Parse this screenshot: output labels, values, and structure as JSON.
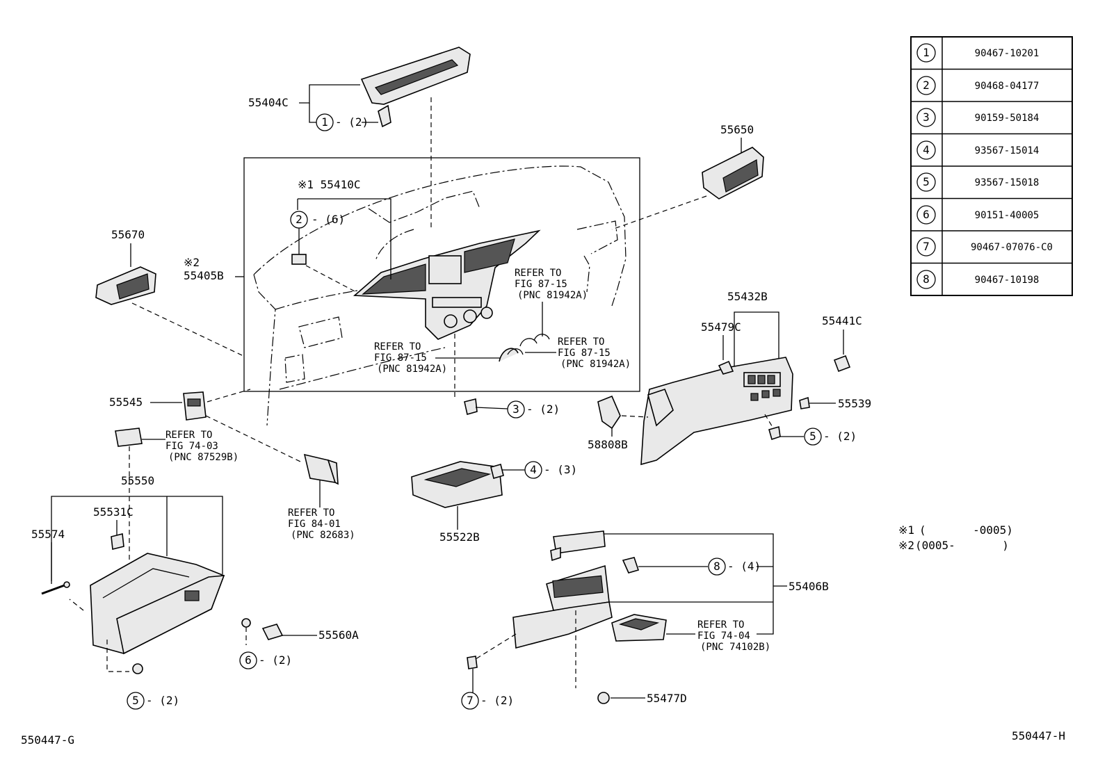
{
  "bolt_table": [
    {
      "ref": "1",
      "part": "90467-10201"
    },
    {
      "ref": "2",
      "part": "90468-04177"
    },
    {
      "ref": "3",
      "part": "90159-50184"
    },
    {
      "ref": "4",
      "part": "93567-15014"
    },
    {
      "ref": "5",
      "part": "93567-15018"
    },
    {
      "ref": "6",
      "part": "90151-40005"
    },
    {
      "ref": "7",
      "part": "90467-07076-C0"
    },
    {
      "ref": "8",
      "part": "90467-10198"
    }
  ],
  "part_labels": {
    "p55404C": "55404C",
    "p55650": "55650",
    "p55410C": "※1 55410C",
    "p55670": "55670",
    "p55405B_note": "※2",
    "p55405B": "55405B",
    "p55432B": "55432B",
    "p55479C": "55479C",
    "p55441C": "55441C",
    "p55545": "55545",
    "p55539": "55539",
    "p58808B": "58808B",
    "p55550": "55550",
    "p55531C": "55531C",
    "p55574": "55574",
    "p55522B": "55522B",
    "p55406B": "55406B",
    "p55560A": "55560A",
    "p55477D": "55477D"
  },
  "callouts": {
    "c1_qty": "- (2)",
    "c2_qty": "- (6)",
    "c3_qty": "- (2)",
    "c4_qty": "- (3)",
    "c5a_qty": "- (2)",
    "c5b_qty": "- (2)",
    "c6_qty": "- (2)",
    "c7_qty": "- (2)",
    "c8_qty": "- (4)"
  },
  "refer_notes": {
    "r1": [
      "REFER TO",
      "FIG 87-15",
      "(PNC 81942A)"
    ],
    "r2": [
      "REFER TO",
      "FIG 87-15",
      "(PNC 81942A)"
    ],
    "r3": [
      "REFER TO",
      "FIG 87-15",
      "(PNC 81942A)"
    ],
    "r4": [
      "REFER TO",
      "FIG 74-03",
      "(PNC 87529B)"
    ],
    "r5": [
      "REFER TO",
      "FIG 84-01",
      "(PNC 82683)"
    ],
    "r6": [
      "REFER TO",
      "FIG 74-04",
      "(PNC 74102B)"
    ]
  },
  "footnotes": {
    "n1_mark": "※1",
    "n1_text": "(       -0005)",
    "n2_mark": "※2",
    "n2_text": "(0005-       )"
  },
  "figure_codes": {
    "left": "550447-G",
    "right": "550447-H"
  }
}
